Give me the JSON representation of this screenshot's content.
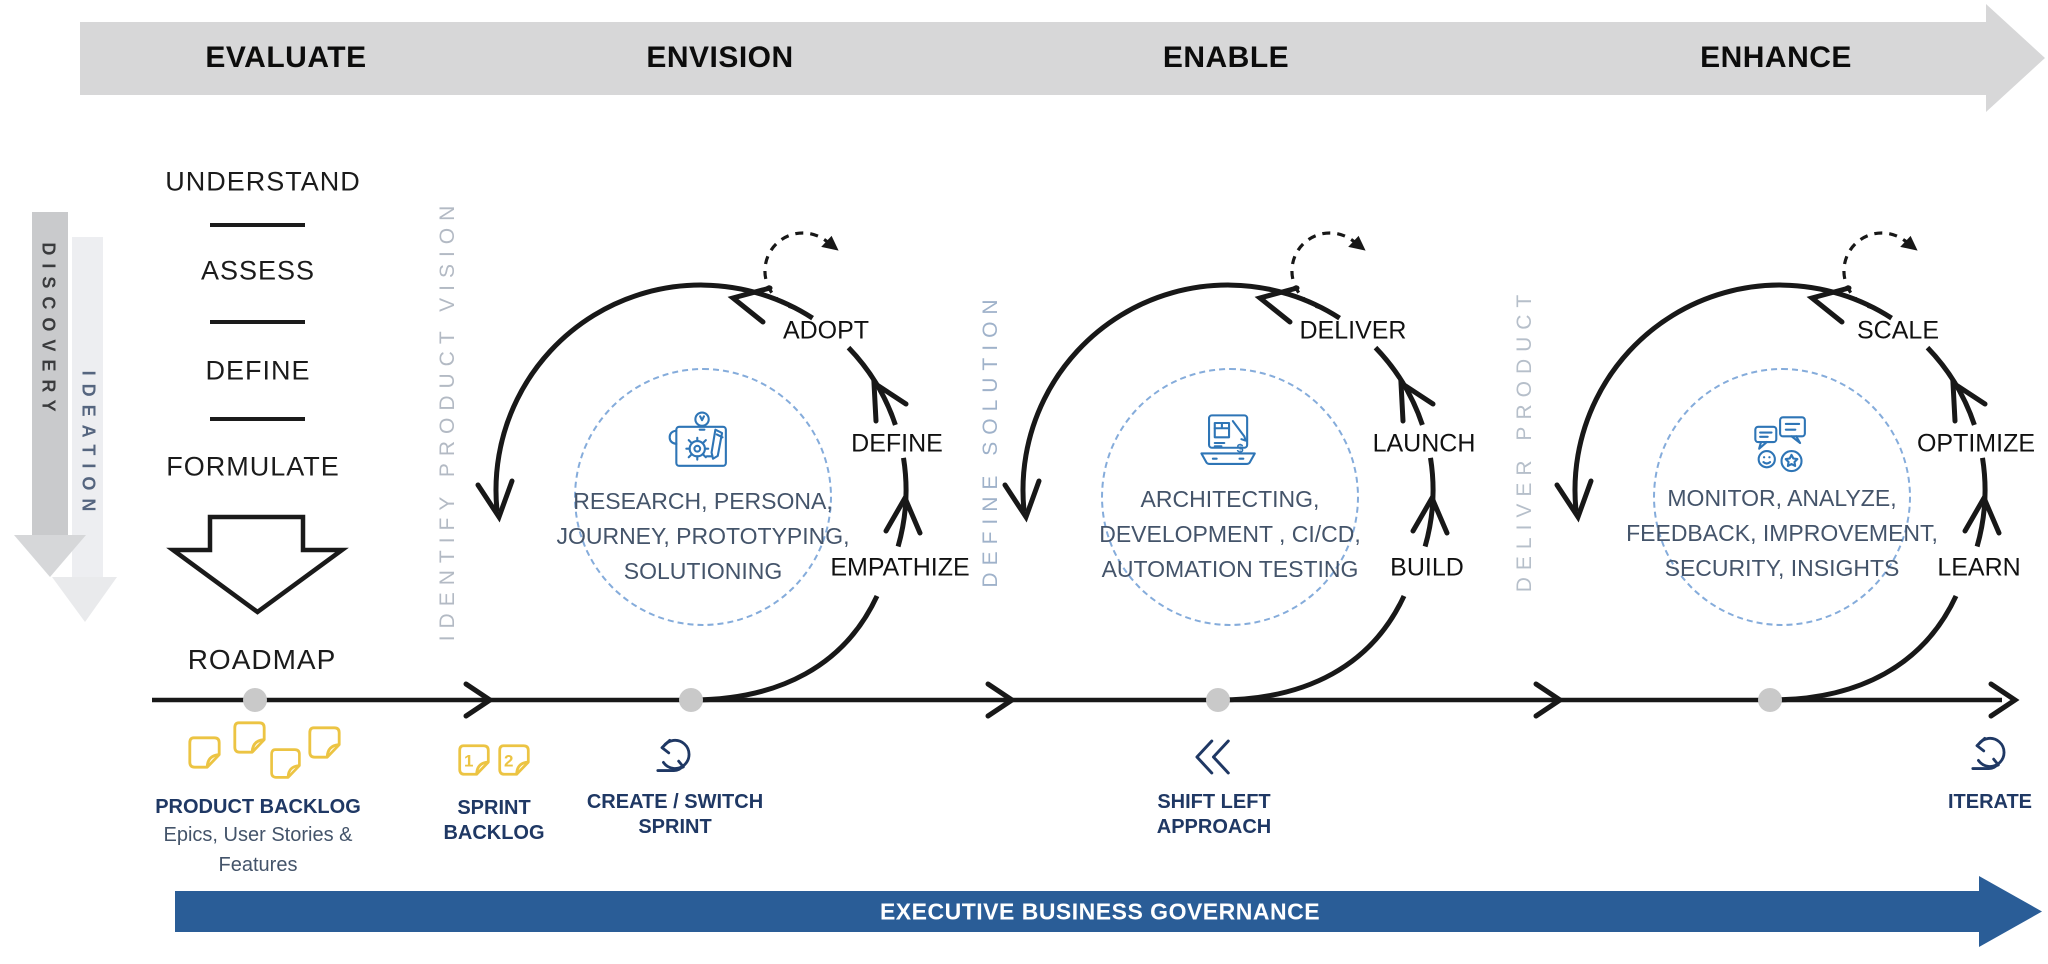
{
  "phases": [
    {
      "label": "EVALUATE"
    },
    {
      "label": "ENVISION"
    },
    {
      "label": "ENABLE"
    },
    {
      "label": "ENHANCE"
    }
  ],
  "side_flow": {
    "primary": "DISCOVERY",
    "secondary": "IDEATION"
  },
  "discovery_steps": [
    "UNDERSTAND",
    "ASSESS",
    "DEFINE",
    "FORMULATE"
  ],
  "roadmap_label": "ROADMAP",
  "loops": [
    {
      "vertical_label": "IDENTIFY PRODUCT VISION",
      "stages": {
        "top": "ADOPT",
        "middle": "DEFINE",
        "bottom": "EMPATHIZE"
      },
      "circle_lines": [
        "RESEARCH, PERSONA,",
        "JOURNEY, PROTOTYPING,",
        "SOLUTIONING"
      ],
      "icon": "blueprint-idea-icon"
    },
    {
      "vertical_label": "DEFINE SOLUTION",
      "stages": {
        "top": "DELIVER",
        "middle": "LAUNCH",
        "bottom": "BUILD"
      },
      "circle_lines": [
        "ARCHITECTING,",
        "DEVELOPMENT , CI/CD,",
        "AUTOMATION TESTING"
      ],
      "icon": "laptop-development-icon"
    },
    {
      "vertical_label": "DELIVER PRODUCT",
      "stages": {
        "top": "SCALE",
        "middle": "OPTIMIZE",
        "bottom": "LEARN"
      },
      "circle_lines": [
        "MONITOR, ANALYZE,",
        "FEEDBACK, IMPROVEMENT,",
        "SECURITY, INSIGHTS"
      ],
      "icon": "feedback-monitoring-icon"
    }
  ],
  "milestones": [
    {
      "title_lines": [
        "PRODUCT BACKLOG"
      ],
      "subtitle_lines": [
        "Epics, User Stories &",
        "Features"
      ],
      "icon": "sticky-notes-icon"
    },
    {
      "title_lines": [
        "SPRINT",
        "BACKLOG"
      ],
      "note_numbers": [
        "1",
        "2"
      ],
      "icon": "numbered-sticky-notes-icon"
    },
    {
      "title_lines": [
        "CREATE / SWITCH",
        "SPRINT"
      ],
      "icon": "sprint-cycle-icon"
    },
    {
      "title_lines": [
        "SHIFT LEFT",
        "APPROACH"
      ],
      "icon": "shift-left-chevrons-icon"
    },
    {
      "title_lines": [
        "ITERATE"
      ],
      "icon": "iterate-cycle-icon"
    }
  ],
  "governance": {
    "label": "EXECUTIVE BUSINESS GOVERNANCE"
  },
  "glyphs": {
    "dollar": "$"
  },
  "colors": {
    "phase_band_gray": "#d7d7d8",
    "discovery_arrow": "#c9cacc",
    "ideation_arrow": "#edeef1",
    "loop_line_black": "#181818",
    "timeline_dot_gray": "#c9c9c9",
    "navy": "#1f3864",
    "slate": "#44546a",
    "icon_blue": "#2e75b6",
    "sticky_yellow": "#ecc443",
    "governance_blue": "#2a5d97",
    "dashed_circle_blue": "#85acdb",
    "vertical_label_gray": "#b3bac4"
  }
}
